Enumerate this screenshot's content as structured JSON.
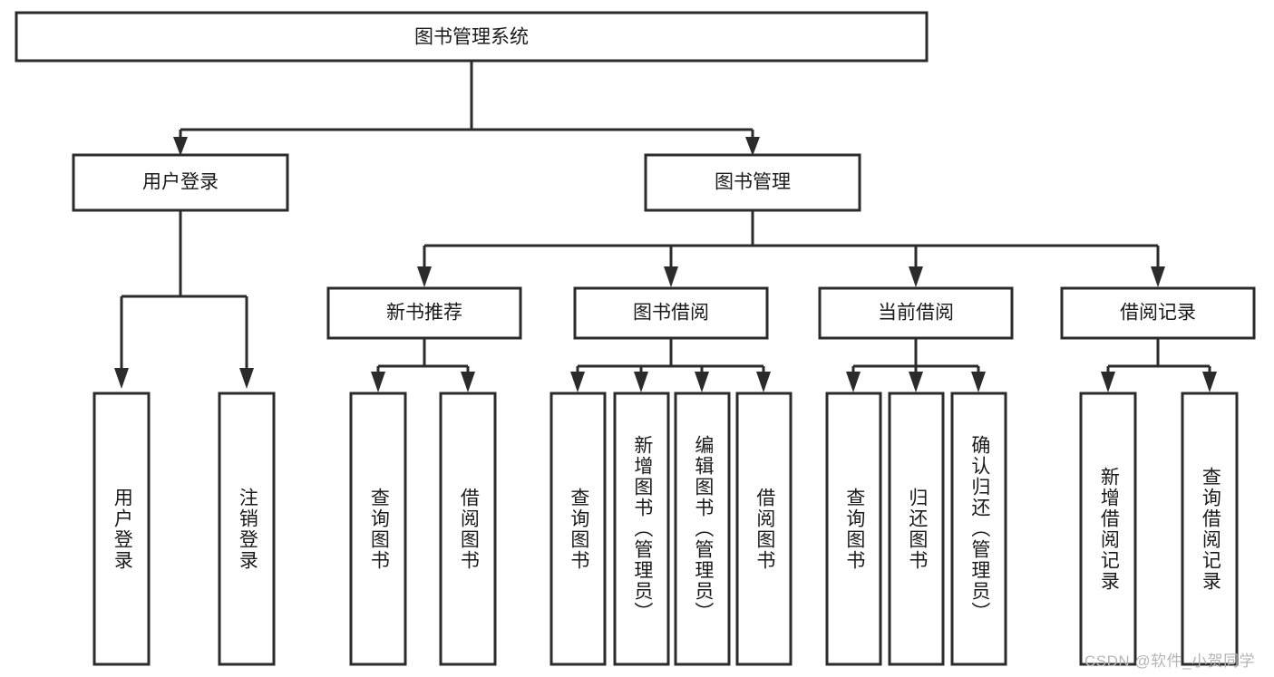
{
  "diagram": {
    "title": "图书管理系统",
    "type": "hierarchy-tree",
    "watermark": "CSDN @软件_小贺同学",
    "colors": {
      "stroke": "#2b2b2b",
      "fill": "#ffffff",
      "text": "#1a1a1a",
      "watermark": "#b5b5b5",
      "background": "#ffffff"
    },
    "levels": {
      "root": {
        "label": "图书管理系统"
      },
      "level2": [
        {
          "id": "user-login",
          "label": "用户登录"
        },
        {
          "id": "book-manage",
          "label": "图书管理"
        }
      ],
      "level3": [
        {
          "id": "new-book-rec",
          "label": "新书推荐"
        },
        {
          "id": "book-borrow",
          "label": "图书借阅"
        },
        {
          "id": "current-borrow",
          "label": "当前借阅"
        },
        {
          "id": "borrow-record",
          "label": "借阅记录"
        }
      ],
      "leaves": {
        "user-login": [
          {
            "id": "leaf-user-login",
            "label": "用户登录"
          },
          {
            "id": "leaf-logout-login",
            "label": "注销登录"
          }
        ],
        "new-book-rec": [
          {
            "id": "leaf-query-book-1",
            "label": "查询图书"
          },
          {
            "id": "leaf-borrow-book-1",
            "label": "借阅图书"
          }
        ],
        "book-borrow": [
          {
            "id": "leaf-query-book-2",
            "label": "查询图书"
          },
          {
            "id": "leaf-add-book",
            "label": "新增图书（管理员）"
          },
          {
            "id": "leaf-edit-book",
            "label": "编辑图书（管理员）"
          },
          {
            "id": "leaf-borrow-book-2",
            "label": "借阅图书"
          }
        ],
        "current-borrow": [
          {
            "id": "leaf-query-book-3",
            "label": "查询图书"
          },
          {
            "id": "leaf-return-book",
            "label": "归还图书"
          },
          {
            "id": "leaf-confirm-return",
            "label": "确认归还（管理员）"
          }
        ],
        "borrow-record": [
          {
            "id": "leaf-add-record",
            "label": "新增借阅记录"
          },
          {
            "id": "leaf-query-record",
            "label": "查询借阅记录"
          }
        ]
      }
    }
  }
}
